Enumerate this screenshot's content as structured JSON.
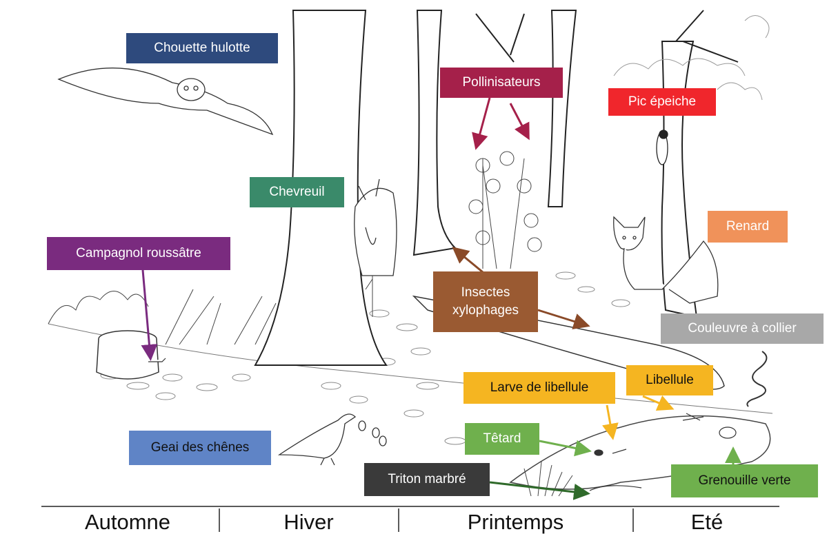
{
  "labels": {
    "chouette": {
      "text": "Chouette hulotte",
      "color": "#2e4a7d"
    },
    "pollinisateurs": {
      "text": "Pollinisateurs",
      "color": "#a5204a"
    },
    "pic": {
      "text": "Pic épeiche",
      "color": "#f0262c"
    },
    "chevreuil": {
      "text": "Chevreuil",
      "color": "#3a8a6a"
    },
    "renard": {
      "text": "Renard",
      "color": "#f0925a"
    },
    "campagnol": {
      "text": "Campagnol roussâtre",
      "color": "#7a2b7f"
    },
    "insectes": {
      "text": "Insectes xylophages",
      "color": "#9a5a32"
    },
    "couleuvre": {
      "text": "Couleuvre à collier",
      "color": "#a8a8a8"
    },
    "larve": {
      "text": "Larve de libellule",
      "color": "#f5b521"
    },
    "libellule": {
      "text": "Libellule",
      "color": "#f5b521"
    },
    "geai": {
      "text": "Geai des chênes",
      "color": "#5f84c6"
    },
    "tetard": {
      "text": "Têtard",
      "color": "#6fb04d"
    },
    "triton": {
      "text": "Triton marbré",
      "color": "#3a3a3a"
    },
    "grenouille": {
      "text": "Grenouille verte",
      "color": "#6fb04d"
    }
  },
  "seasons": [
    "Automne",
    "Hiver",
    "Printemps",
    "Eté"
  ]
}
